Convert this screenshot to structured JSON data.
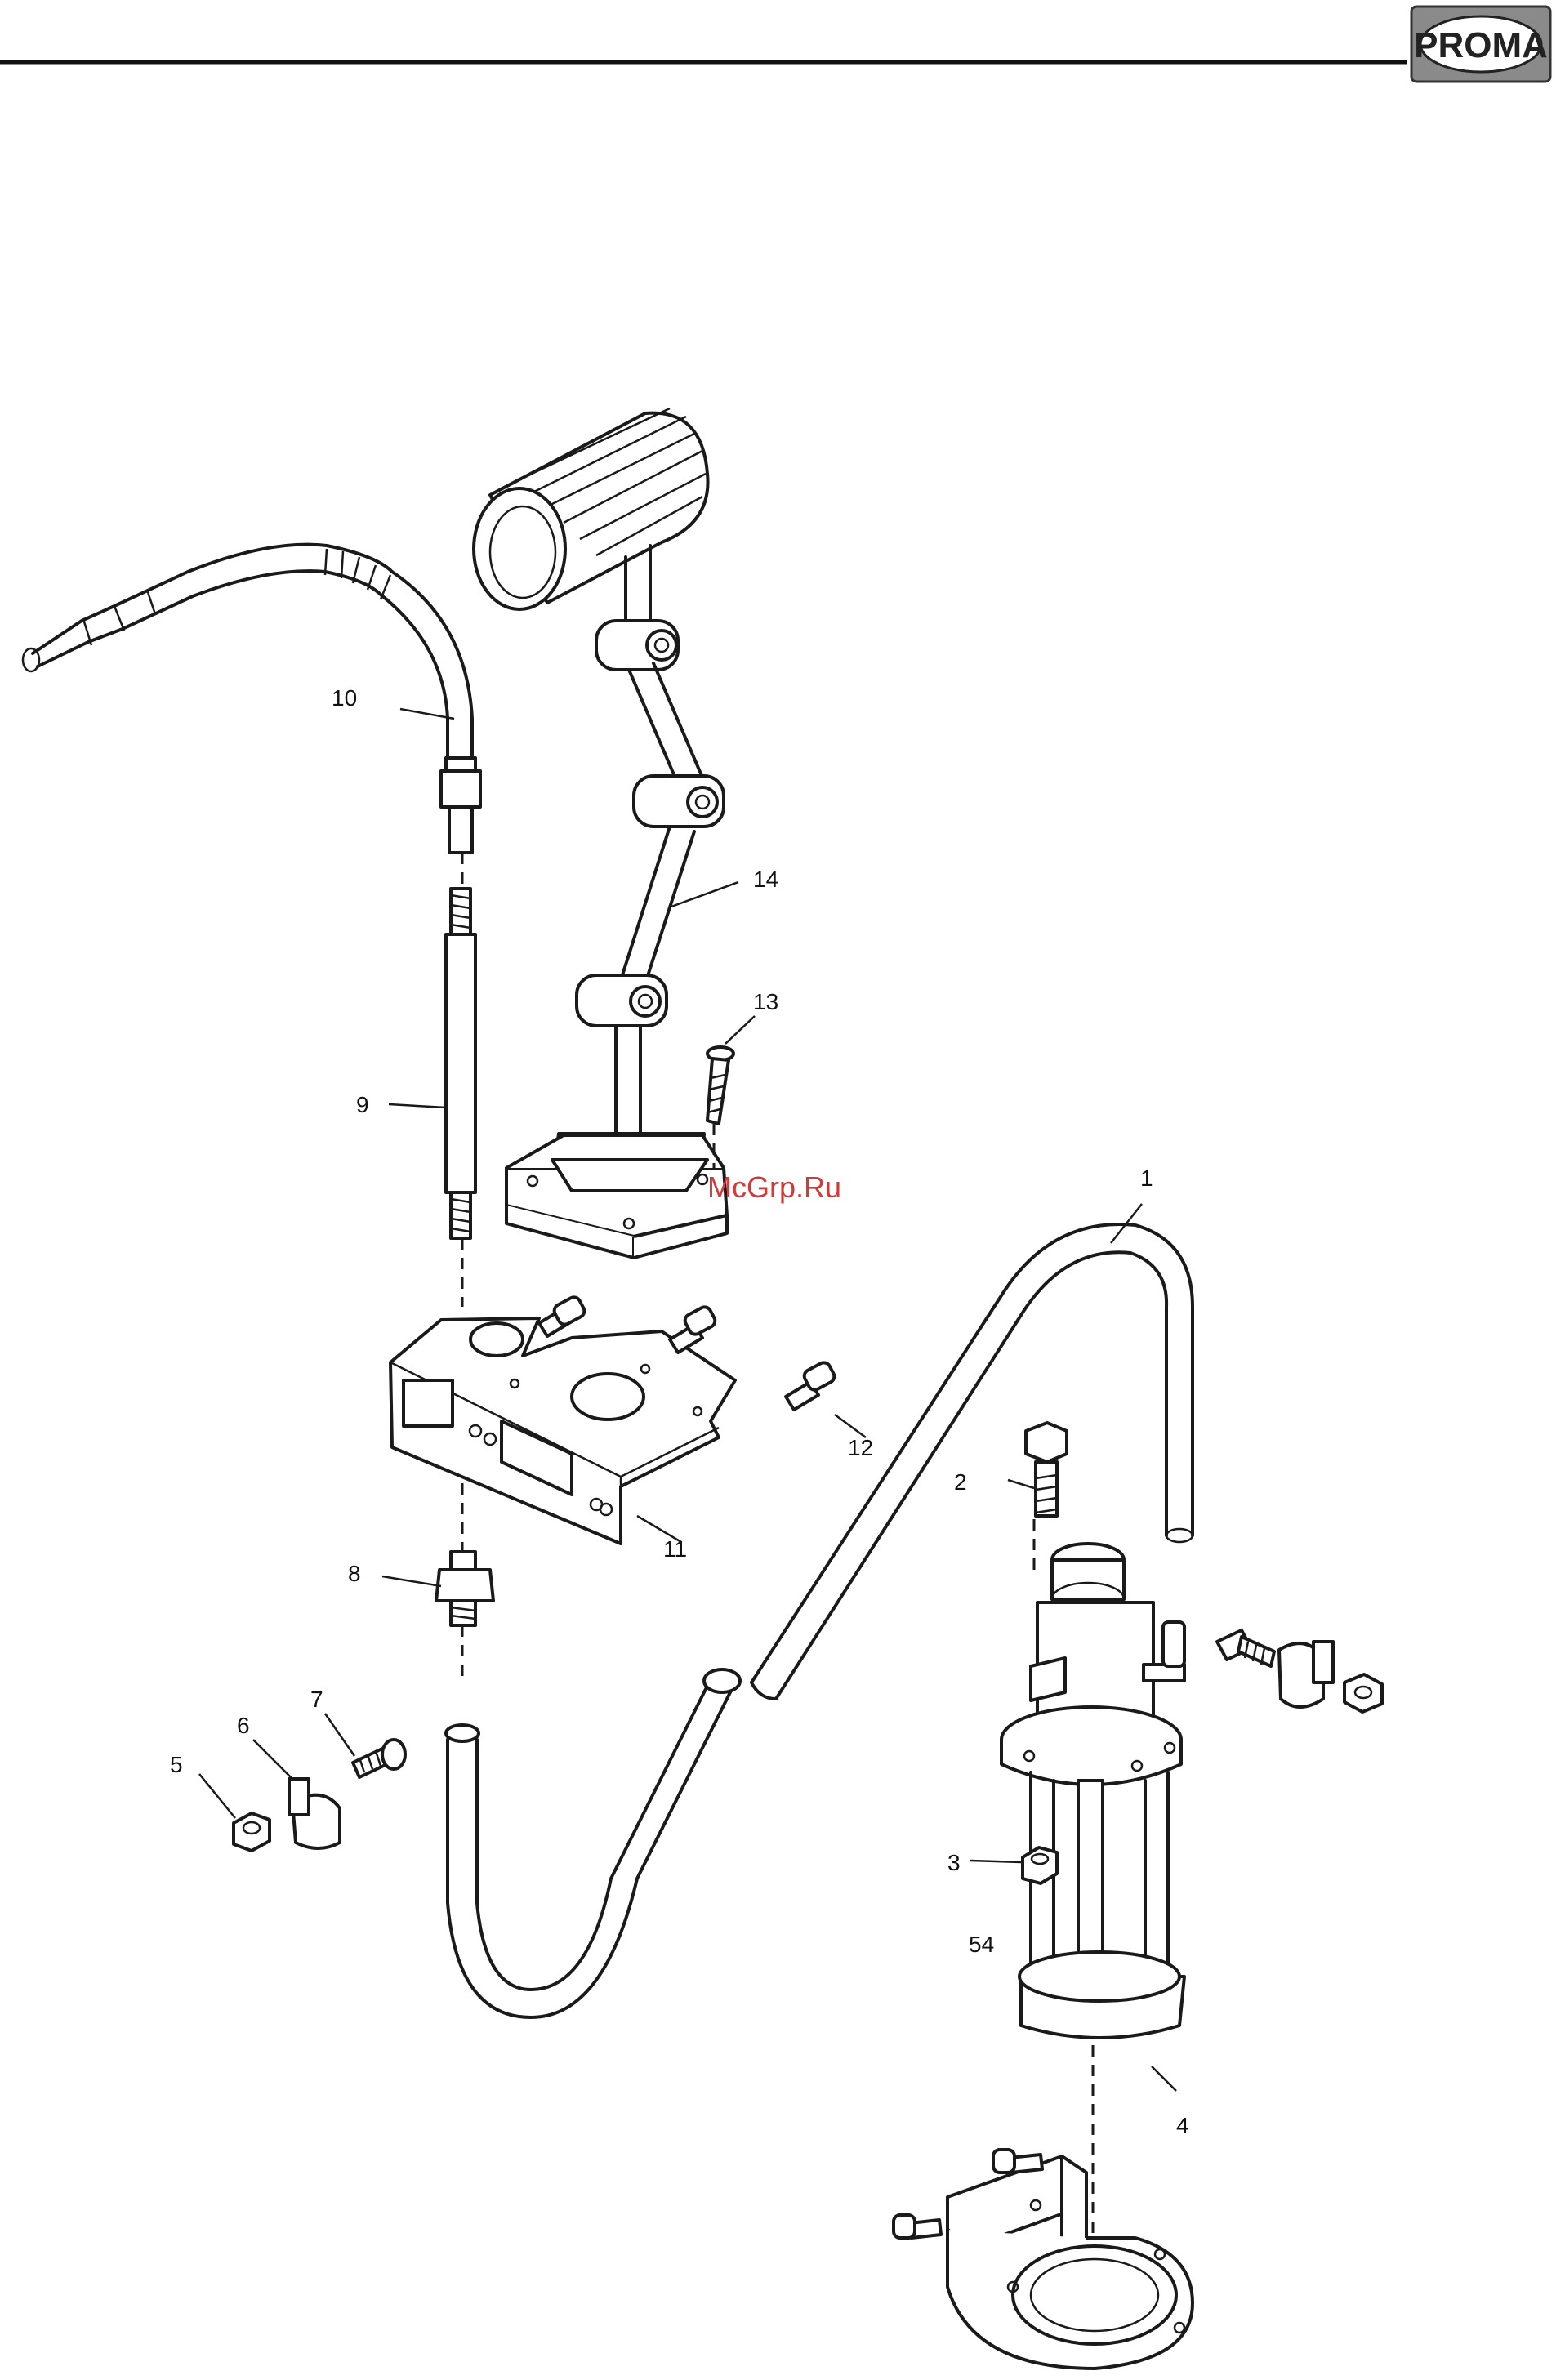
{
  "header": {
    "brand": "PROMA"
  },
  "watermark": "McGrp.Ru",
  "callouts": [
    {
      "id": "1",
      "text": "1"
    },
    {
      "id": "2",
      "text": "2"
    },
    {
      "id": "3",
      "text": "3"
    },
    {
      "id": "4",
      "text": "4"
    },
    {
      "id": "5",
      "text": "5"
    },
    {
      "id": "6",
      "text": "6"
    },
    {
      "id": "7",
      "text": "7"
    },
    {
      "id": "8",
      "text": "8"
    },
    {
      "id": "9",
      "text": "9"
    },
    {
      "id": "10",
      "text": "10"
    },
    {
      "id": "11",
      "text": "11"
    },
    {
      "id": "12",
      "text": "12"
    },
    {
      "id": "13",
      "text": "13"
    },
    {
      "id": "14",
      "text": "14"
    },
    {
      "id": "54",
      "text": "54"
    }
  ]
}
